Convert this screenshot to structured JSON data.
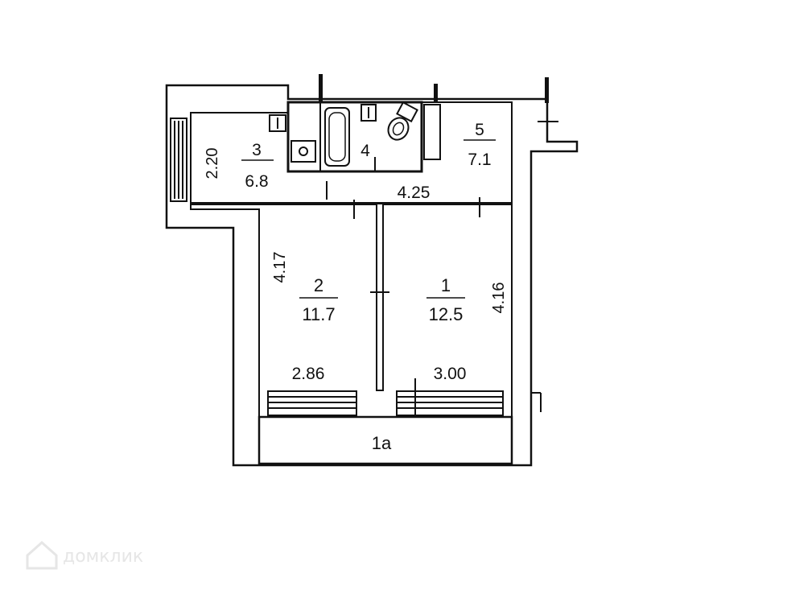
{
  "watermark": {
    "text": "домклик",
    "icon": "house-logo-icon"
  },
  "rooms": [
    {
      "id": "room-1",
      "number": "1",
      "area": "12.5"
    },
    {
      "id": "room-2",
      "number": "2",
      "area": "11.7"
    },
    {
      "id": "room-3",
      "number": "3",
      "area": "6.8"
    },
    {
      "id": "room-4",
      "number": "4"
    },
    {
      "id": "room-5",
      "number": "5",
      "area": "7.1"
    },
    {
      "id": "room-1a",
      "number": "1a"
    }
  ],
  "dimensions": {
    "hall_length": "4.25",
    "room3_width": "2.20",
    "room2_length": "4.17",
    "room1_length": "4.16",
    "room2_width": "2.86",
    "room1_width": "3.00"
  },
  "fixtures": [
    "bathtub-icon",
    "toilet-icon",
    "sink-icon",
    "washbasin-icon",
    "ventilation-shaft-icon"
  ]
}
